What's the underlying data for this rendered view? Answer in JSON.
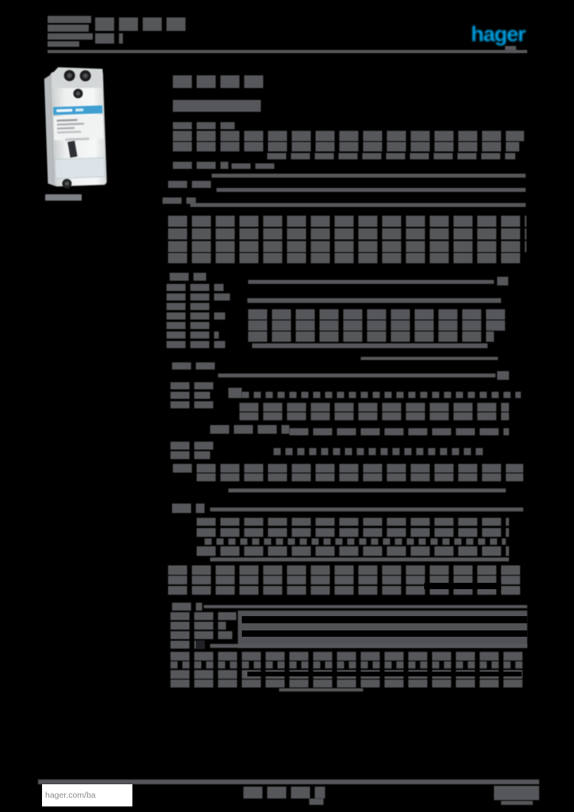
{
  "brand": {
    "logo_text": "hager",
    "logo_color": "#00A0E1"
  },
  "footer": {
    "website": "hager.com/ba"
  },
  "colors": {
    "background": "#000000",
    "blur_text_grey": "#56575A",
    "rule_grey": "#55565A",
    "footer_box_bg": "#FFFFFF",
    "footer_text_grey": "#8B8D90",
    "logo_cyan": "#00A0E1",
    "product_label_blue": "#3F9FD2"
  },
  "redacted_bars": [
    [
      60,
      20,
      55,
      9,
      "s"
    ],
    [
      60,
      31,
      52,
      9,
      "s"
    ],
    [
      60,
      42,
      57,
      8,
      "s"
    ],
    [
      60,
      52,
      40,
      7,
      "s"
    ],
    [
      120,
      22,
      118,
      17,
      "w"
    ],
    [
      120,
      42,
      35,
      13,
      "w"
    ],
    [
      60,
      63,
      605,
      4,
      "s"
    ],
    [
      637,
      58,
      14,
      6,
      "s"
    ],
    [
      57,
      245,
      46,
      8,
      "light"
    ],
    [
      218,
      95,
      118,
      16,
      "w"
    ],
    [
      218,
      126,
      111,
      15,
      "s"
    ],
    [
      218,
      154,
      78,
      9,
      "w"
    ],
    [
      218,
      165,
      443,
      13,
      "w"
    ],
    [
      218,
      179,
      437,
      12,
      "w"
    ],
    [
      337,
      193,
      313,
      8,
      "w"
    ],
    [
      218,
      204,
      70,
      9,
      "w"
    ],
    [
      292,
      206,
      58,
      7,
      "w"
    ],
    [
      267,
      219,
      396,
      5,
      "s"
    ],
    [
      212,
      228,
      56,
      9,
      "w"
    ],
    [
      273,
      237,
      390,
      5,
      "s"
    ],
    [
      205,
      249,
      42,
      8,
      "w"
    ],
    [
      240,
      256,
      423,
      5,
      "s"
    ],
    [
      212,
      272,
      452,
      14,
      "w"
    ],
    [
      212,
      288,
      452,
      14,
      "w"
    ],
    [
      212,
      304,
      452,
      14,
      "w"
    ],
    [
      212,
      319,
      446,
      13,
      "w"
    ],
    [
      214,
      344,
      46,
      10,
      "w"
    ],
    [
      313,
      353,
      310,
      5,
      "s"
    ],
    [
      627,
      349,
      14,
      11,
      "s"
    ],
    [
      210,
      358,
      72,
      9,
      "w"
    ],
    [
      210,
      370,
      80,
      9,
      "w"
    ],
    [
      210,
      382,
      60,
      9,
      "w"
    ],
    [
      210,
      394,
      74,
      9,
      "w"
    ],
    [
      210,
      406,
      57,
      9,
      "w"
    ],
    [
      210,
      418,
      66,
      9,
      "w"
    ],
    [
      210,
      430,
      74,
      9,
      "w"
    ],
    [
      312,
      376,
      320,
      6,
      "s"
    ],
    [
      313,
      390,
      324,
      13,
      "w"
    ],
    [
      313,
      404,
      324,
      13,
      "w"
    ],
    [
      313,
      418,
      310,
      13,
      "w"
    ],
    [
      318,
      433,
      297,
      6,
      "s"
    ],
    [
      455,
      450,
      173,
      4,
      "s"
    ],
    [
      217,
      457,
      58,
      9,
      "w"
    ],
    [
      275,
      471,
      350,
      5,
      "s"
    ],
    [
      627,
      468,
      15,
      11,
      "s"
    ],
    [
      215,
      482,
      57,
      9,
      "w"
    ],
    [
      215,
      494,
      50,
      9,
      "w"
    ],
    [
      215,
      506,
      57,
      9,
      "w"
    ],
    [
      288,
      489,
      17,
      13,
      "s"
    ],
    [
      305,
      494,
      352,
      8,
      "d"
    ],
    [
      302,
      508,
      340,
      11,
      "w"
    ],
    [
      302,
      520,
      340,
      10,
      "w"
    ],
    [
      265,
      536,
      100,
      11,
      "w"
    ],
    [
      365,
      540,
      277,
      9,
      "w"
    ],
    [
      215,
      557,
      57,
      10,
      "w"
    ],
    [
      215,
      569,
      50,
      10,
      "w"
    ],
    [
      345,
      565,
      270,
      9,
      "d"
    ],
    [
      218,
      585,
      442,
      11,
      "w"
    ],
    [
      248,
      597,
      412,
      10,
      "w"
    ],
    [
      288,
      616,
      350,
      5,
      "s"
    ],
    [
      217,
      635,
      41,
      12,
      "w"
    ],
    [
      265,
      640,
      395,
      5,
      "s"
    ],
    [
      248,
      653,
      394,
      10,
      "w"
    ],
    [
      248,
      666,
      394,
      11,
      "w"
    ],
    [
      258,
      679,
      380,
      8,
      "d"
    ],
    [
      248,
      689,
      394,
      12,
      "w"
    ],
    [
      265,
      703,
      377,
      5,
      "s"
    ],
    [
      212,
      713,
      450,
      12,
      "w"
    ],
    [
      212,
      726,
      450,
      11,
      "w"
    ],
    [
      212,
      739,
      450,
      11,
      "w"
    ],
    [
      535,
      735,
      97,
      8,
      "k"
    ],
    [
      217,
      760,
      38,
      10,
      "w"
    ],
    [
      257,
      763,
      408,
      4,
      "s"
    ],
    [
      215,
      772,
      83,
      10,
      "w"
    ],
    [
      215,
      784,
      70,
      10,
      "w"
    ],
    [
      215,
      796,
      78,
      10,
      "w"
    ],
    [
      300,
      770,
      365,
      47,
      "b"
    ],
    [
      305,
      777,
      360,
      9,
      "k"
    ],
    [
      305,
      795,
      360,
      8,
      "k"
    ],
    [
      215,
      808,
      43,
      10,
      "w"
    ],
    [
      247,
      808,
      11,
      10,
      "k2"
    ],
    [
      265,
      812,
      400,
      5,
      "s"
    ],
    [
      215,
      822,
      450,
      11,
      "w"
    ],
    [
      215,
      834,
      450,
      9,
      "d"
    ],
    [
      215,
      845,
      450,
      11,
      "w"
    ],
    [
      312,
      847,
      346,
      6,
      "k"
    ],
    [
      215,
      857,
      447,
      10,
      "w"
    ],
    [
      352,
      868,
      106,
      4,
      "s"
    ],
    [
      307,
      992,
      103,
      15,
      "w"
    ],
    [
      390,
      1007,
      18,
      8,
      "s"
    ],
    [
      623,
      991,
      57,
      18,
      "s"
    ],
    [
      632,
      1010,
      40,
      5,
      "s"
    ]
  ]
}
